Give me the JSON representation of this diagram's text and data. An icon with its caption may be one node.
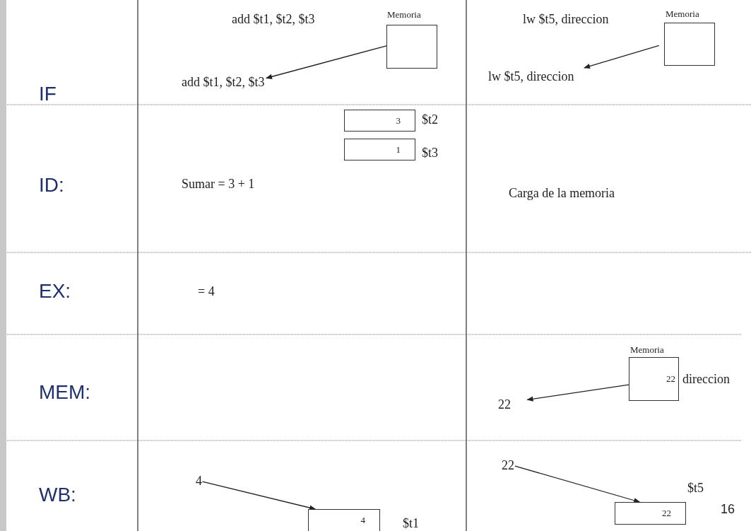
{
  "diagram": {
    "nodes": [
      {
        "text": [
          "Memoria"
        ]
      },
      {
        "text": [
          "add $t1, $t2, $t3"
        ]
      },
      {
        "text": [
          "Memoria"
        ]
      },
      {
        "text": [
          "lw $t5, direccion"
        ]
      },
      {
        "text": [
          "3"
        ],
        "beside": [
          "$t2"
        ]
      },
      {
        "text": [
          "1"
        ],
        "beside": [
          "$t3"
        ]
      },
      {
        "text": [
          "Memoria",
          "22"
        ],
        "beside": [
          "direccion"
        ]
      },
      {
        "text": [
          "22"
        ]
      },
      {
        "text": [
          "4"
        ]
      },
      {
        "text": [
          "4"
        ],
        "beside": [
          "$t1"
        ]
      },
      {
        "text": [
          "22"
        ]
      },
      {
        "text": [
          "22"
        ],
        "beside": [
          "$t5"
        ]
      }
    ],
    "edges": [
      {
        "from": 0,
        "to": 1,
        "arrow": "to"
      },
      {
        "from": 2,
        "to": 3,
        "arrow": "to"
      },
      {
        "from": 6,
        "to": 7,
        "arrow": "to"
      },
      {
        "from": 8,
        "to": 9,
        "arrow": "to"
      },
      {
        "from": 10,
        "to": 11,
        "arrow": "to"
      }
    ],
    "labels": [
      "add $t1, $t2, $t3",
      "lw $t5, direccion",
      "IF",
      "ID:",
      "Sumar = 3 + 1",
      "Carga de la memoria",
      "EX:",
      "= 4",
      "MEM:",
      "WB:",
      "16"
    ]
  }
}
